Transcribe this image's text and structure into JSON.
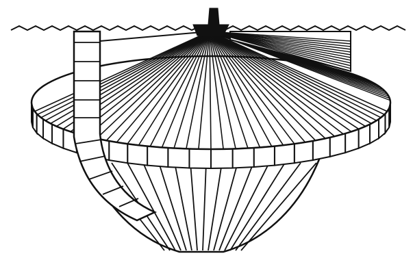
{
  "figure": {
    "subject": "echo-sounder-beam-diagram",
    "elements": [
      "sea-surface",
      "ship",
      "sonar-beams",
      "seafloor-section",
      "wall-strips"
    ],
    "colors": {
      "ink": "#111111",
      "paper": "#ffffff"
    }
  }
}
